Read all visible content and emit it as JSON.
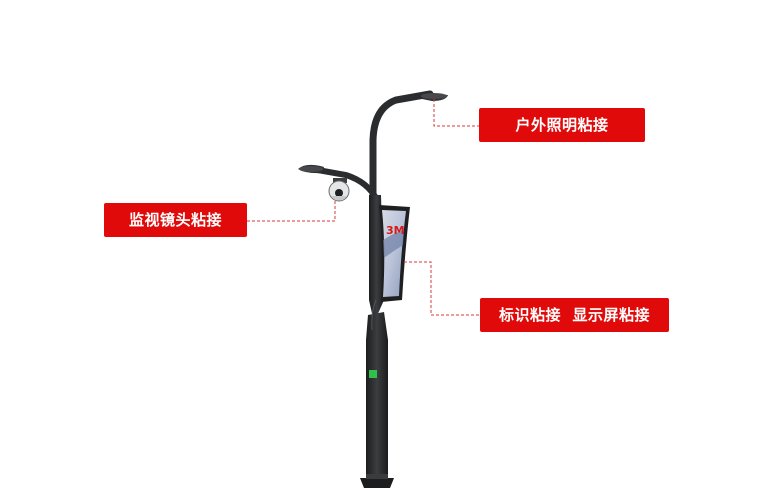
{
  "labels": {
    "outdoor_lighting": "户外照明粘接",
    "camera": "监视镜头粘接",
    "sign_display": "标识粘接  显示屏粘接"
  },
  "sign_logo": "3M",
  "colors": {
    "label_bg": "#e00a0a",
    "label_text": "#ffffff",
    "pole": "#2a2c2e",
    "leader_line": "#d9383a",
    "indicator": "#2fbf4a"
  }
}
